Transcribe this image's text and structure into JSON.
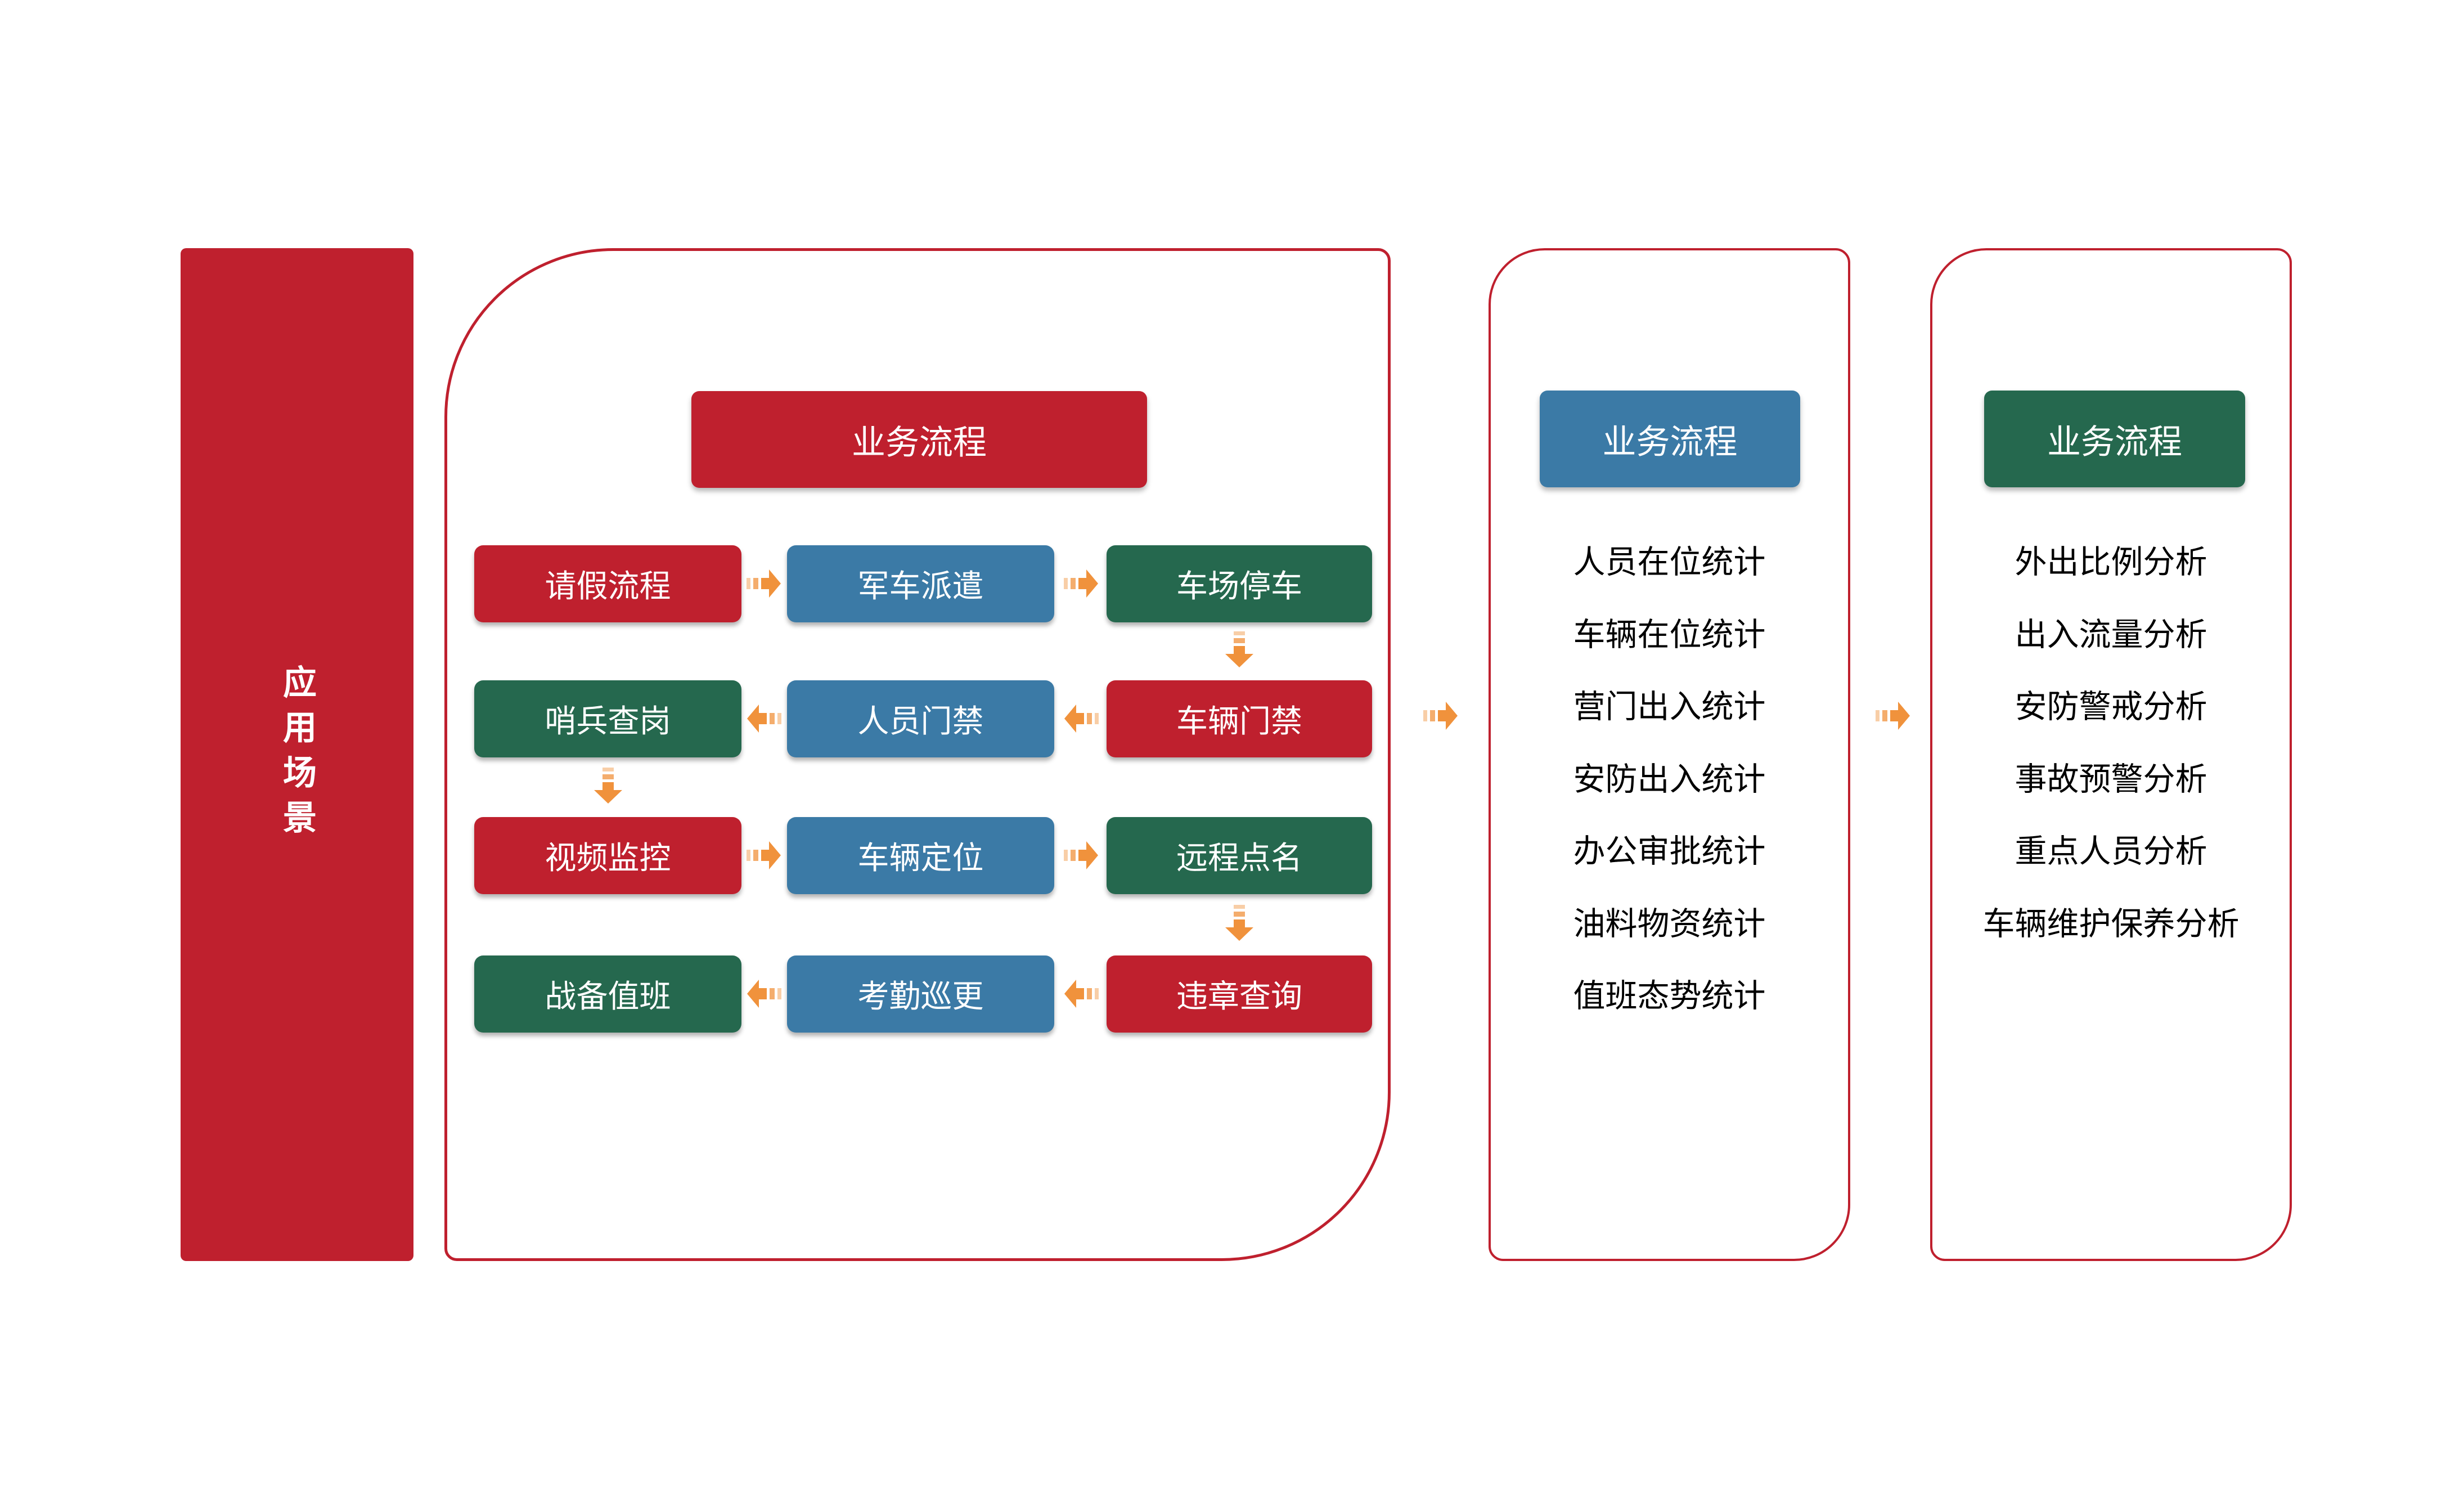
{
  "sidebar": {
    "title": "应用场景"
  },
  "palette": {
    "red": "#BF202E",
    "blue": "#3B7AA6",
    "green": "#25684E",
    "orange_arrow": "#F0923C",
    "panel_border": "#BF202E",
    "list_text": "#000000",
    "node_text": "#ffffff"
  },
  "main_panel": {
    "header": "业务流程",
    "rows": [
      {
        "arrow_direction": "right",
        "boxes": [
          {
            "label": "请假流程",
            "color": "red"
          },
          {
            "label": "军车派遣",
            "color": "blue"
          },
          {
            "label": "车场停车",
            "color": "green"
          }
        ]
      },
      {
        "arrow_direction": "left",
        "boxes": [
          {
            "label": "哨兵查岗",
            "color": "green"
          },
          {
            "label": "人员门禁",
            "color": "blue"
          },
          {
            "label": "车辆门禁",
            "color": "red"
          }
        ]
      },
      {
        "arrow_direction": "right",
        "boxes": [
          {
            "label": "视频监控",
            "color": "red"
          },
          {
            "label": "车辆定位",
            "color": "blue"
          },
          {
            "label": "远程点名",
            "color": "green"
          }
        ]
      },
      {
        "arrow_direction": "left",
        "boxes": [
          {
            "label": "战备值班",
            "color": "green"
          },
          {
            "label": "考勤巡更",
            "color": "blue"
          },
          {
            "label": "违章查询",
            "color": "red"
          }
        ]
      }
    ]
  },
  "stats_panel": {
    "header": "业务流程",
    "header_color": "blue",
    "items": [
      "人员在位统计",
      "车辆在位统计",
      "营门出入统计",
      "安防出入统计",
      "办公审批统计",
      "油料物资统计",
      "值班态势统计"
    ]
  },
  "analysis_panel": {
    "header": "业务流程",
    "header_color": "green",
    "items": [
      "外出比例分析",
      "出入流量分析",
      "安防警戒分析",
      "事故预警分析",
      "重点人员分析",
      "车辆维护保养分析"
    ]
  }
}
